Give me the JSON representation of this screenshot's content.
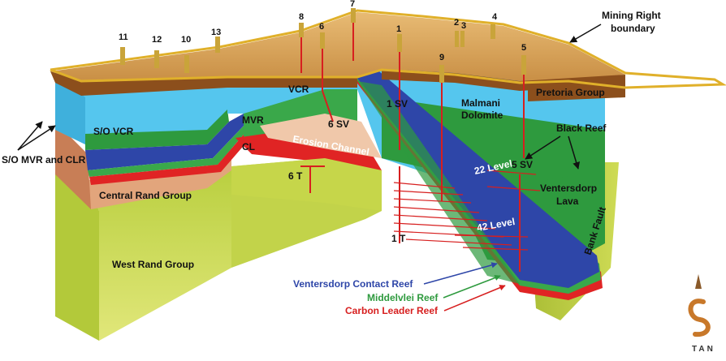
{
  "title": "",
  "callouts": {
    "mining_right": "Mining Right",
    "mining_right_2": "boundary",
    "black_reef": "Black Reef",
    "bank_fault": "Bank Fault",
    "so_mvr_clr": "S/O MVR and CLR"
  },
  "units": {
    "so_vcr": "S/O VCR",
    "central_rand": "Central Rand Group",
    "west_rand": "West Rand Group",
    "malmani": "Malmani",
    "malmani_2": "Dolomite",
    "pretoria": "Pretoria Group",
    "ventersdorp": "Ventersdorp",
    "ventersdorp_2": "Lava",
    "erosion": "Erosion Channel",
    "vcr": "VCR",
    "mvr": "MVR",
    "cl": "CL"
  },
  "levels": {
    "l22": "22 Level",
    "l42": "42 Level"
  },
  "shaft_labels": {
    "sv1": "1 SV",
    "sv5": "5 SV",
    "sv6": "6 SV",
    "t6": "6 T",
    "t1": "1 T"
  },
  "shaft_numbers": [
    "11",
    "12",
    "10",
    "13",
    "8",
    "6",
    "7",
    "1",
    "2",
    "3",
    "4",
    "9",
    "5"
  ],
  "legend": {
    "vcr": "Ventersdorp Contact Reef",
    "mvr": "Middelvlei Reef",
    "clr": "Carbon Leader Reef"
  },
  "logo": {
    "letters": "TAN"
  },
  "colors": {
    "sand": "#d9a55a",
    "brown": "#8c4f1c",
    "blue_sky": "#4fc3ec",
    "green": "#2e9a3e",
    "yellow_green": "#c9d84a",
    "reef_blue": "#2e46a8",
    "reef_green": "#3aa84a",
    "reef_red": "#e02424",
    "erosion": "#e8b89a",
    "central_rand": "#e0a07a",
    "gold": "#e0b02a"
  }
}
